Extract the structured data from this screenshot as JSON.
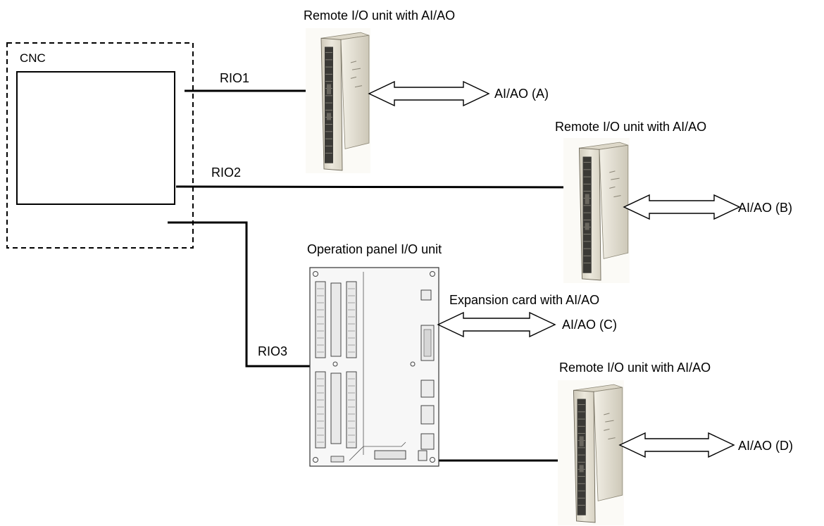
{
  "cnc": {
    "label": "CNC"
  },
  "links": {
    "rio1": "RIO1",
    "rio2": "RIO2",
    "rio3": "RIO3"
  },
  "remote_unit_a": {
    "title": "Remote I/O unit with AI/AO",
    "signal": "AI/AO (A)"
  },
  "remote_unit_b": {
    "title": "Remote I/O unit with AI/AO",
    "signal": "AI/AO (B)"
  },
  "operation_panel": {
    "title": "Operation panel I/O unit",
    "expansion_title": "Expansion card with AI/AO",
    "signal": "AI/AO (C)"
  },
  "remote_unit_d": {
    "title": "Remote I/O unit with AI/AO",
    "signal": "AI/AO (D)"
  },
  "colors": {
    "line": "#000000",
    "unit_body": "#e4e0d2",
    "panel_board": "#f7f7f7"
  }
}
